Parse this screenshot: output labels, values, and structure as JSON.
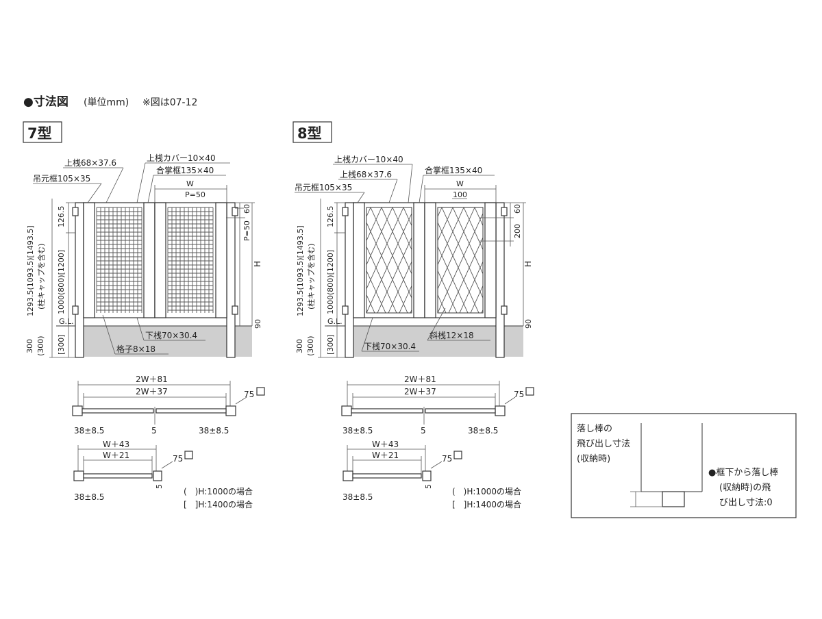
{
  "header": {
    "title": "●寸法図",
    "unit": "(単位mm)",
    "note": "※図は07-12"
  },
  "type7": {
    "label": "7型",
    "top_rail": "上桟68×37.6",
    "cover": "上桟カバー10×40",
    "center_frame": "合掌框135×40",
    "hinge_frame": "吊元框105×35",
    "bottom_rail": "下桟70×30.4",
    "lattice": "格子8×18",
    "w": "W",
    "p1": "P=50",
    "p2": "P=50",
    "d60": "60",
    "d1265": "126.5",
    "h": "H",
    "d90": "90",
    "gl": "G.L.",
    "left_v1": "1293.5(1093.5)[1493.5]",
    "left_v2": "(柱キャップを含む)",
    "left_v3": "1000(800)[1200]",
    "left_v4": "300",
    "left_v5": "(300)",
    "left_v6": "[300]"
  },
  "type8": {
    "label": "8型",
    "cover": "上桟カバー10×40",
    "top_rail": "上桟68×37.6",
    "center_frame": "合掌框135×40",
    "hinge_frame": "吊元框105×35",
    "bottom_rail": "下桟70×30.4",
    "diag": "斜桟12×18",
    "w": "W",
    "d100": "100",
    "d60": "60",
    "d200": "200",
    "d1265": "126.5",
    "h": "H",
    "d90": "90",
    "gl": "G.L.",
    "left_v1": "1293.5(1093.5)[1493.5]",
    "left_v2": "(柱キャップを含む)",
    "left_v3": "1000(800)[1200]",
    "left_v4": "300",
    "left_v5": "(300)",
    "left_v6": "[300]"
  },
  "plans": {
    "double_outer": "2W＋81",
    "double_inner": "2W＋37",
    "post": "75",
    "side": "38±8.5",
    "gap": "5",
    "single_outer": "W＋43",
    "single_inner": "W＋21"
  },
  "legend": {
    "paren": "(　)H:1000の場合",
    "bracket": "[　]H:1400の場合"
  },
  "dropbar": {
    "label1": "落し棒の",
    "label2": "飛び出し寸法",
    "label3": "(収納時)",
    "note1": "●框下から落し棒",
    "note2": "(収納時)の飛",
    "note3": "び出し寸法:0"
  }
}
